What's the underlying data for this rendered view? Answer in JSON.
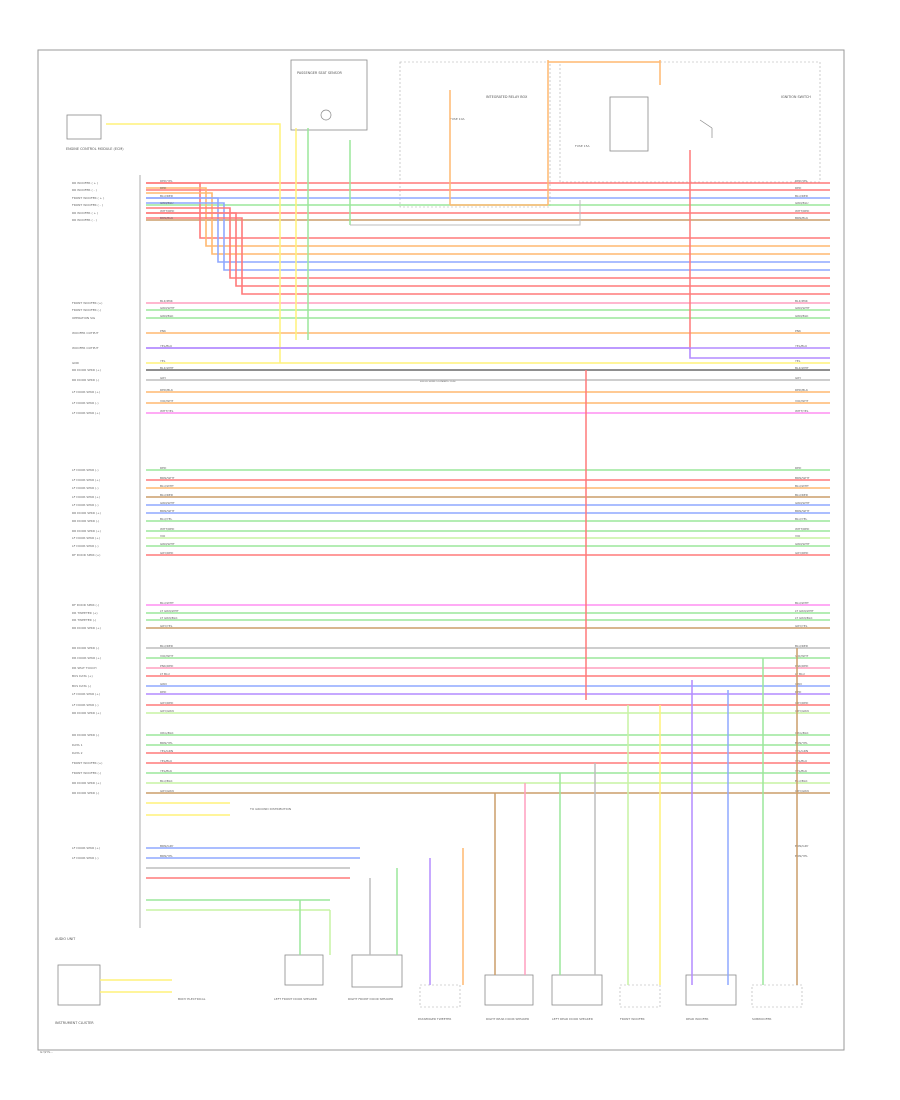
{
  "diagram": {
    "footer_left": "G:\\SYS...",
    "footer_center": "",
    "left_pin_labels": [
      "RR WOOFER ( + )",
      "RR WOOFER ( - )",
      "FRONT WOOFER ( + )",
      "FRONT WOOFER ( - )",
      "RR WOOFER ( + )",
      "RR WOOFER ( - )",
      "FRONT WOOFER (+)",
      "FRONT WOOFER (-)",
      "OPERATION SIG",
      "WOOFER OUTPUT",
      "WOOFER OUTPUT",
      "GND",
      "RR DOOR SPKR (+)",
      "RR DOOR SPKR (-)",
      "LF DOOR SPKR (+)",
      "LF DOOR SPKR (-)",
      "LF DOOR SPKR (+)",
      "LF DOOR SPKR (-)",
      "LF DOOR SPKR (+)",
      "LF DOOR SPKR (-)",
      "LF DOOR SPKR (+)",
      "LF DOOR SPKR (-)",
      "RR DOOR SPKR (+)",
      "RR DOOR SPKR (-)",
      "RR DOOR SPKR (+)",
      "LF DOOR SPKR (+)",
      "LF DOOR SPKR (-)",
      "RF DOOR SPKR (+)",
      "RF DOOR SPKR (-)",
      "DR TWEETER (+)",
      "DR TWEETER (-)",
      "RR DOOR SPKR (+)",
      "RR DOOR SPKR (-)",
      "DR DOOR SPKR (+)",
      "DR SEAT TOUCH",
      "BUS DATA (+)",
      "BUS DATA (-)",
      "LF DOOR SPKR (+)",
      "LF DOOR SPKR (-)",
      "RR DOOR SPKR (+)",
      "RR DOOR SPKR (-)",
      "DATA 1",
      "DATA 2",
      "FRONT WOOFER (+)",
      "FRONT WOOFER (-)",
      "RR DOOR SPKR (+)",
      "RR DOOR SPKR (-)",
      "LF DOOR SPKR (+)",
      "LF DOOR SPKR (-)"
    ],
    "wire_colors": [
      "RED/YEL",
      "RED",
      "BLU/RED",
      "GRN/BLU",
      "WHT/RED",
      "BRN/BLK",
      "BLK/PNK",
      "GRN/WHT",
      "GRN/BLK",
      "PNK",
      "YEL/BLU",
      "YEL",
      "BLK/WHT",
      "GRY",
      "RED/BLK",
      "VIO/WHT",
      "WHT/YEL",
      "RED",
      "BRN/WHT",
      "BLU/WHT",
      "BLU/RED",
      "GRN/WHT",
      "BRN/WHT",
      "BLU/YEL",
      "WHT/RED",
      "VIO",
      "GRN/WHT",
      "GRY/RED",
      "BLU/WHT",
      "LT GRN/WHT",
      "LT GRN/BLK",
      "GRY/YEL",
      "BLU/RED",
      "VIO/WHT",
      "PNK/RED",
      "LT BLU",
      "GRN",
      "RED",
      "GRY/RED",
      "GRY/GRN",
      "ORG/BLK",
      "BRN/YEL",
      "YEL/GRN",
      "YEL/BLU",
      "YEL/BLK",
      "BLU/BLK",
      "GRY/GRN",
      "BRN/GRY",
      "BRN/YEL",
      "BRN/BLK"
    ],
    "components": {
      "engine_ctrl": "ENGINE CONTROL MODULE (ECM)",
      "passenger_sensor": "PASSENGER SEAT SENSOR",
      "relay_module": "INTEGRATED RELAY BOX",
      "ignition_switch": "IGNITION SWITCH",
      "audio_unit": "AUDIO UNIT",
      "bottom_left": "INSTRUMENT CLUSTER",
      "left_front_door": "LEFT FRONT DOOR SPEAKER",
      "right_front_door": "RIGHT FRONT DOOR SPEAKER",
      "passenger_tweeter": "PASSENGER TWEETER",
      "right_rear": "RIGHT REAR DOOR SPEAKER",
      "left_rear": "LEFT REAR DOOR SPEAKER",
      "front_woofer": "FRONT WOOFER",
      "rear_woofer": "REAR WOOFER",
      "subwoofer": "SUBWOOFER"
    },
    "notes": {
      "ground_note": "TO GROUND DISTRIBUTION",
      "data_note": "DATA LINK CONNECTOR",
      "body_note": "BODY ELECTRICAL",
      "fuse_a": "FUSE 10A",
      "fuse_b": "FUSE 15A"
    }
  },
  "colors": {
    "red": "#ff7a7a",
    "pink": "#ff9fbf",
    "orange": "#ffb870",
    "yellow": "#fff27a",
    "green": "#9be79b",
    "ltgreen": "#c7f3a4",
    "blue": "#8fa8ff",
    "violet": "#b48cff",
    "brown": "#cc9e6a",
    "gray": "#bdbdbd",
    "black": "#6a6a6a",
    "white": "#d9d9d9",
    "magenta": "#ff8ff2"
  }
}
